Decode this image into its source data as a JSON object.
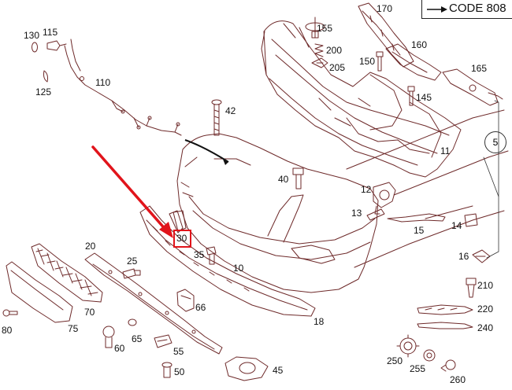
{
  "code_label": "CODE 808",
  "callouts": [
    "170",
    "155",
    "160",
    "130",
    "115",
    "200",
    "205",
    "150",
    "165",
    "110",
    "125",
    "145",
    "42",
    "11",
    "5",
    "40",
    "12",
    "13",
    "14",
    "15",
    "30",
    "35",
    "10",
    "20",
    "25",
    "16",
    "210",
    "66",
    "70",
    "220",
    "240",
    "75",
    "80",
    "18",
    "60",
    "65",
    "55",
    "250",
    "255",
    "260",
    "45",
    "50"
  ],
  "highlighted_callout": "30",
  "colors": {
    "line": "#6e2a2a",
    "arrow": "#e1141b",
    "highlight": "#e1141b"
  }
}
